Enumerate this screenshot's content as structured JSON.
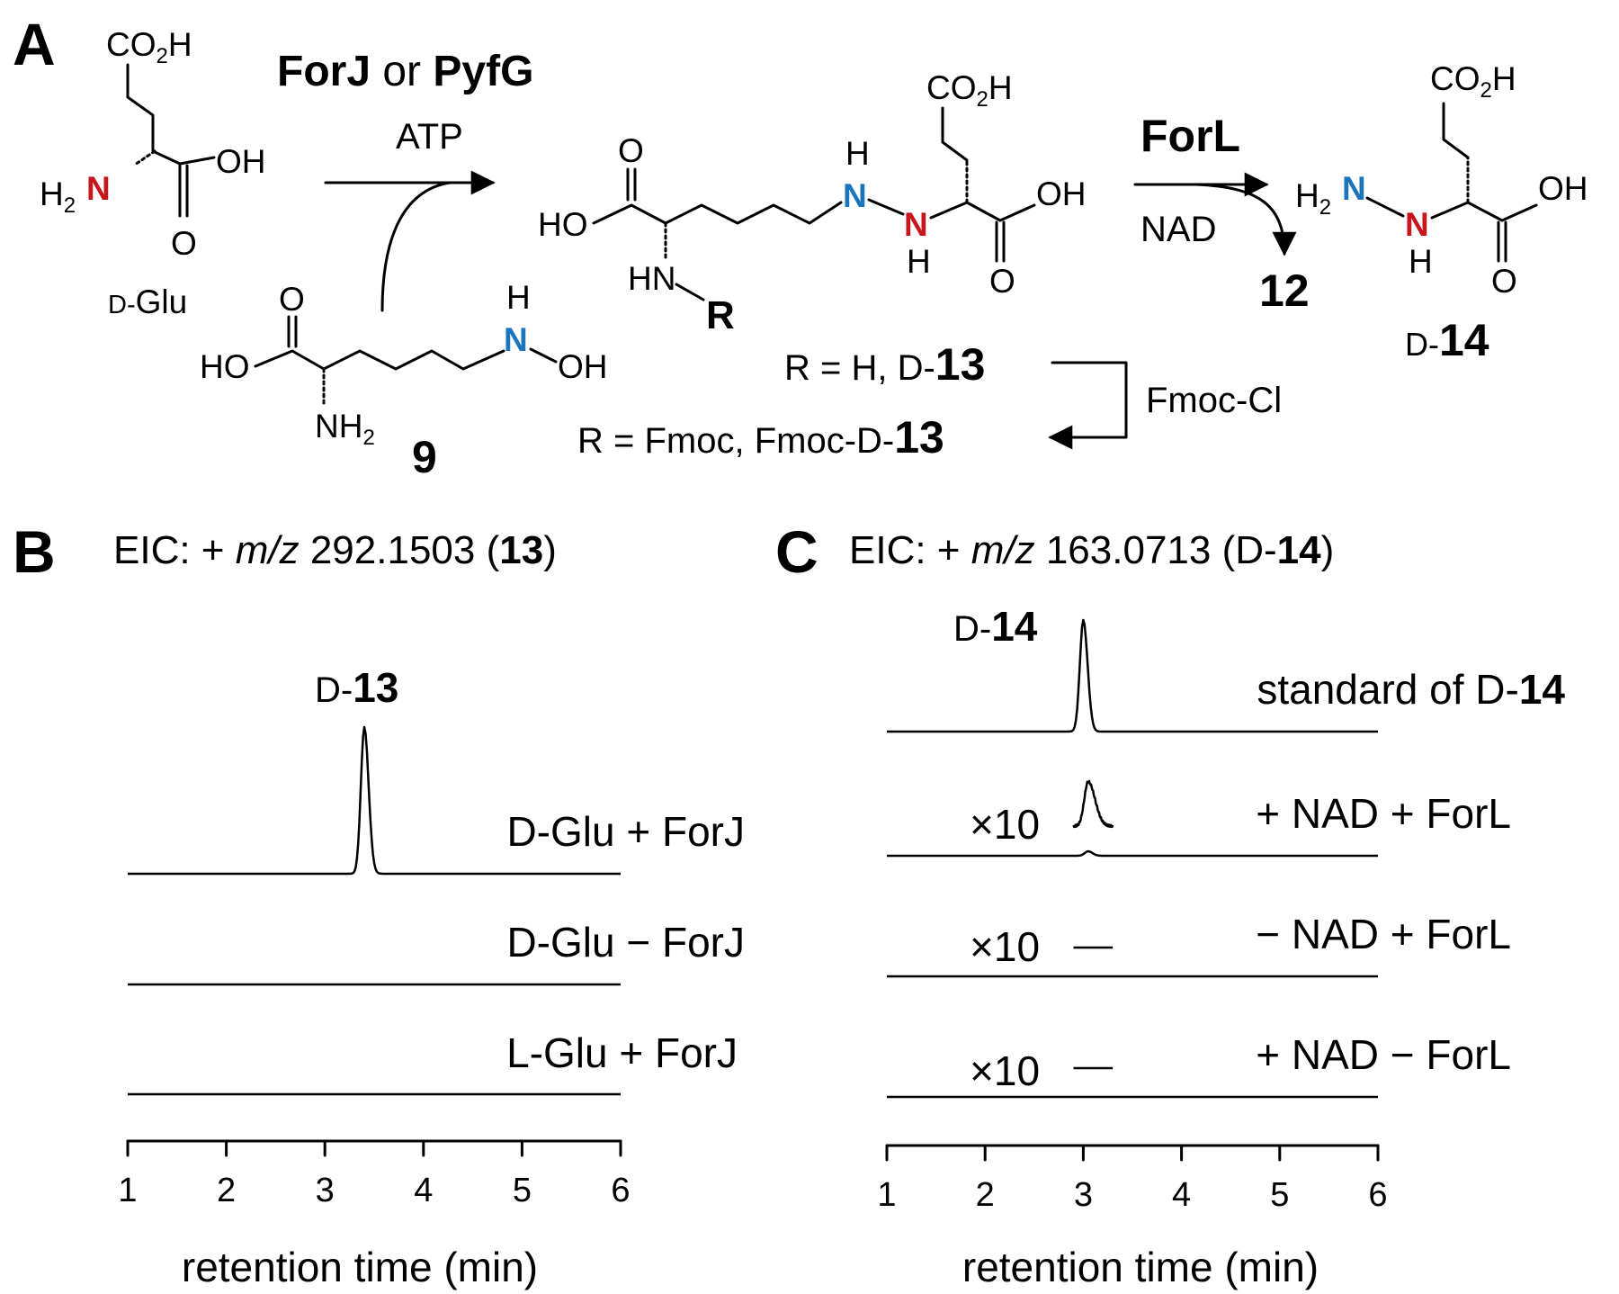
{
  "panels": {
    "a": "A",
    "b": "B",
    "c": "C"
  },
  "scheme": {
    "enzyme1": "ForJ",
    "enzyme1_sep": " or ",
    "enzyme2": "PyfG",
    "cofactor1": "ATP",
    "enzyme3": "ForL",
    "cofactor2": "NAD",
    "byproduct": "12",
    "substrate1_label_prefix": "D-",
    "substrate1_label": "Glu",
    "substrate2": "9",
    "product_label_prefix": "D-",
    "product_label": "14",
    "r_h_prefix": "R = H, D-",
    "r_h_num": "13",
    "r_fmoc_prefix": "R = Fmoc, Fmoc-D-",
    "r_fmoc_num": "13",
    "reagent": "Fmoc-Cl",
    "atoms": {
      "co2h": "CO",
      "two": "2",
      "h": "H",
      "oh": "OH",
      "o": "O",
      "ho": "HO",
      "n": "N",
      "hn": "HN",
      "r": "R",
      "nh2": "NH",
      "h2": "H"
    }
  },
  "panel_b": {
    "title_prefix": "EIC: + ",
    "title_mz_italic": "m/z",
    "title_value": " 292.1503 (",
    "title_cpd": "13",
    "title_end": ")",
    "peak_label_prefix": "D-",
    "peak_label_num": "13",
    "xlabel": "retention time (min)"
  },
  "panel_c": {
    "title_prefix": "EIC: + ",
    "title_mz_italic": "m/z",
    "title_value": " 163.0713 (D-",
    "title_cpd": "14",
    "title_end": ")",
    "peak_label_prefix": "D-",
    "peak_label_num": "14",
    "std_label_prefix": "standard of D-",
    "std_label_num": "14",
    "scale_label": "×10",
    "xlabel": "retention time (min)"
  },
  "chart_data": [
    {
      "type": "line",
      "title": "EIC: + m/z 292.1503 (13)",
      "xlabel": "retention time (min)",
      "xlim": [
        1,
        6
      ],
      "xticks": [
        1,
        2,
        3,
        4,
        5,
        6
      ],
      "grid": false,
      "annotations": [
        "D-13"
      ],
      "series": [
        {
          "name": "D-Glu + ForJ",
          "peak_rt": 3.4,
          "relative_peak_height": 1.0
        },
        {
          "name": "D-Glu − ForJ",
          "peak_rt": null,
          "relative_peak_height": 0.0
        },
        {
          "name": "L-Glu + ForJ",
          "peak_rt": null,
          "relative_peak_height": 0.0
        }
      ]
    },
    {
      "type": "line",
      "title": "EIC: + m/z 163.0713 (D-14)",
      "xlabel": "retention time (min)",
      "xlim": [
        1,
        6
      ],
      "xticks": [
        1,
        2,
        3,
        4,
        5,
        6
      ],
      "grid": false,
      "annotations": [
        "D-14",
        "×10",
        "×10",
        "×10"
      ],
      "series": [
        {
          "name": "standard of D-14",
          "peak_rt": 3.0,
          "relative_peak_height": 1.0
        },
        {
          "name": "+ NAD + ForL",
          "peak_rt": 3.05,
          "relative_peak_height": 0.04,
          "inset_scale": 10
        },
        {
          "name": "− NAD + ForL",
          "peak_rt": null,
          "relative_peak_height": 0.0,
          "inset_scale": 10
        },
        {
          "name": "+ NAD − ForL",
          "peak_rt": null,
          "relative_peak_height": 0.0,
          "inset_scale": 10
        }
      ]
    }
  ]
}
